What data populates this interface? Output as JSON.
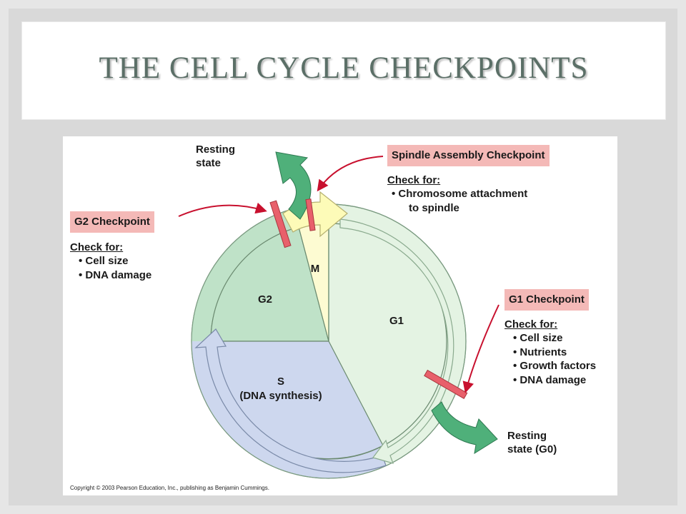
{
  "title": "THE CELL CYCLE CHECKPOINTS",
  "phases": {
    "m": "M",
    "g2": "G2",
    "g1": "G1",
    "s": "S",
    "s_sub": "(DNA synthesis)"
  },
  "resting_top": [
    "Resting",
    "state"
  ],
  "resting_bottom": [
    "Resting",
    "state (G0)"
  ],
  "g2_checkpoint": {
    "label": "G2 Checkpoint",
    "check_for": "Check for:",
    "items": [
      "• Cell size",
      "• DNA damage"
    ]
  },
  "spindle_checkpoint": {
    "label": "Spindle Assembly Checkpoint",
    "check_for": "Check for:",
    "items": [
      "• Chromosome attachment",
      "to spindle"
    ]
  },
  "g1_checkpoint": {
    "label": "G1 Checkpoint",
    "check_for": "Check for:",
    "items": [
      "• Cell size",
      "• Nutrients",
      "• Growth factors",
      "• DNA damage"
    ]
  },
  "copyright": "Copyright © 2003 Pearson Education, Inc., publishing as Benjamin Cummings.",
  "colors": {
    "title": "#5b6f67",
    "checkpoint_box": "#f4b9b7",
    "checkpoint_bar": "#e8606b",
    "arrow_red": "#c8102e",
    "g1_fill": "#e4f3e3",
    "g2_fill": "#bfe2c8",
    "s_fill": "#cdd7ee",
    "m_fill": "#fdfbd2",
    "resting_arrow": "#4fb07a"
  }
}
